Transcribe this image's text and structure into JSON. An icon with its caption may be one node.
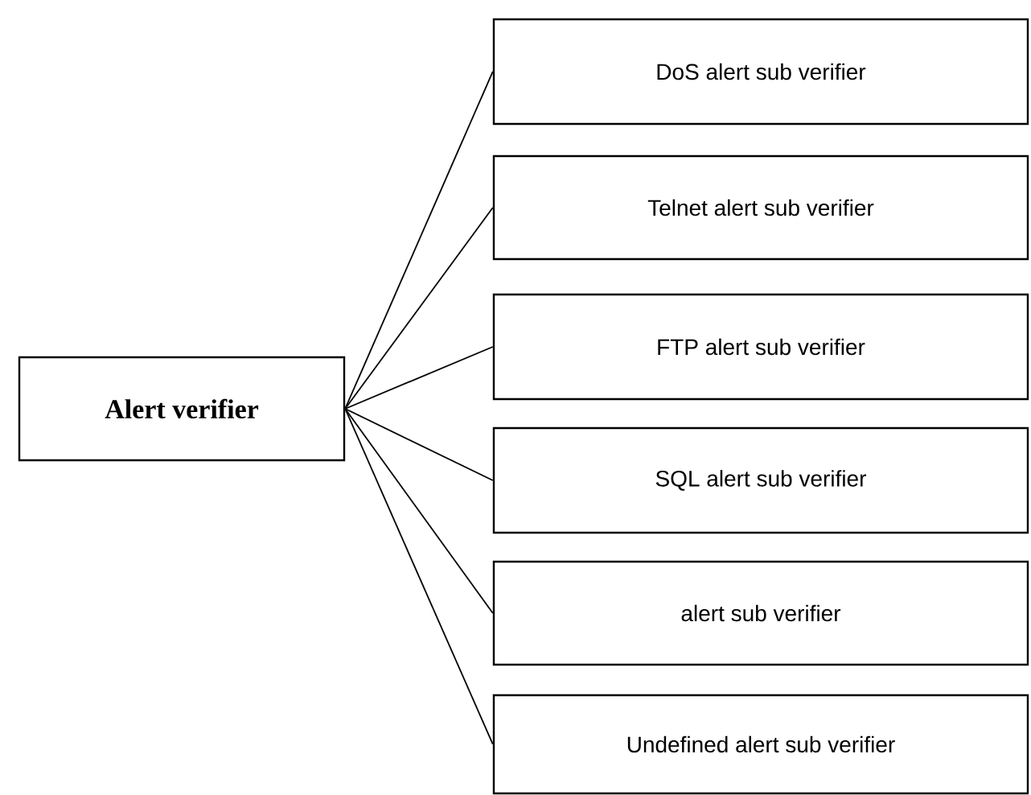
{
  "diagram": {
    "nodes": [
      {
        "text": [
          "Alert verifier"
        ]
      },
      {
        "text": [
          "DoS alert sub verifier"
        ]
      },
      {
        "text": [
          "Telnet alert sub verifier"
        ]
      },
      {
        "text": [
          "FTP  alert sub verifier"
        ]
      },
      {
        "text": [
          "SQL alert sub verifier"
        ]
      },
      {
        "text": [
          "alert sub verifier"
        ]
      },
      {
        "text": [
          "Undefined alert sub verifier"
        ]
      }
    ],
    "edges": [
      {
        "from": 0,
        "to": 1,
        "arrow": "none"
      },
      {
        "from": 0,
        "to": 2,
        "arrow": "none"
      },
      {
        "from": 0,
        "to": 3,
        "arrow": "none"
      },
      {
        "from": 0,
        "to": 4,
        "arrow": "none"
      },
      {
        "from": 0,
        "to": 5,
        "arrow": "none"
      },
      {
        "from": 0,
        "to": 6,
        "arrow": "none"
      }
    ]
  }
}
